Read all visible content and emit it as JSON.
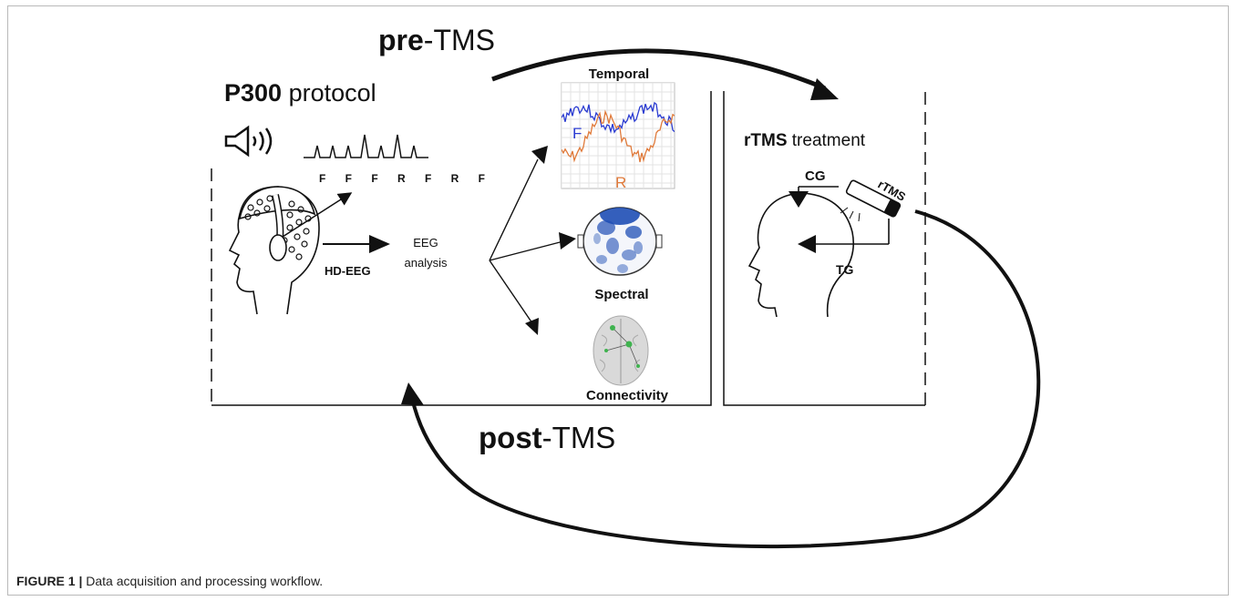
{
  "labels": {
    "pre_bold": "pre",
    "pre_rest": "-TMS",
    "post_bold": "post",
    "post_rest": "-TMS",
    "p300_bold": "P300",
    "p300_rest": " protocol",
    "sequence": "F F F R F R F",
    "hdeeg": "HD-EEG",
    "eeg_line1": "EEG",
    "eeg_line2": "analysis",
    "temporal": "Temporal",
    "spectral": "Spectral",
    "connectivity": "Connectivity",
    "plot_f": "F",
    "plot_r": "R",
    "rtms_bold": "rTMS",
    "rtms_rest": " treatment",
    "cg": "CG",
    "tg": "TG",
    "coil": "rTMS"
  },
  "caption": {
    "label": "FIGURE 1 |",
    "text": " Data acquisition and processing workflow."
  },
  "colors": {
    "frequent": "#2a3bd1",
    "rare": "#e07a3a",
    "map_blue": "#1f4fb5"
  }
}
